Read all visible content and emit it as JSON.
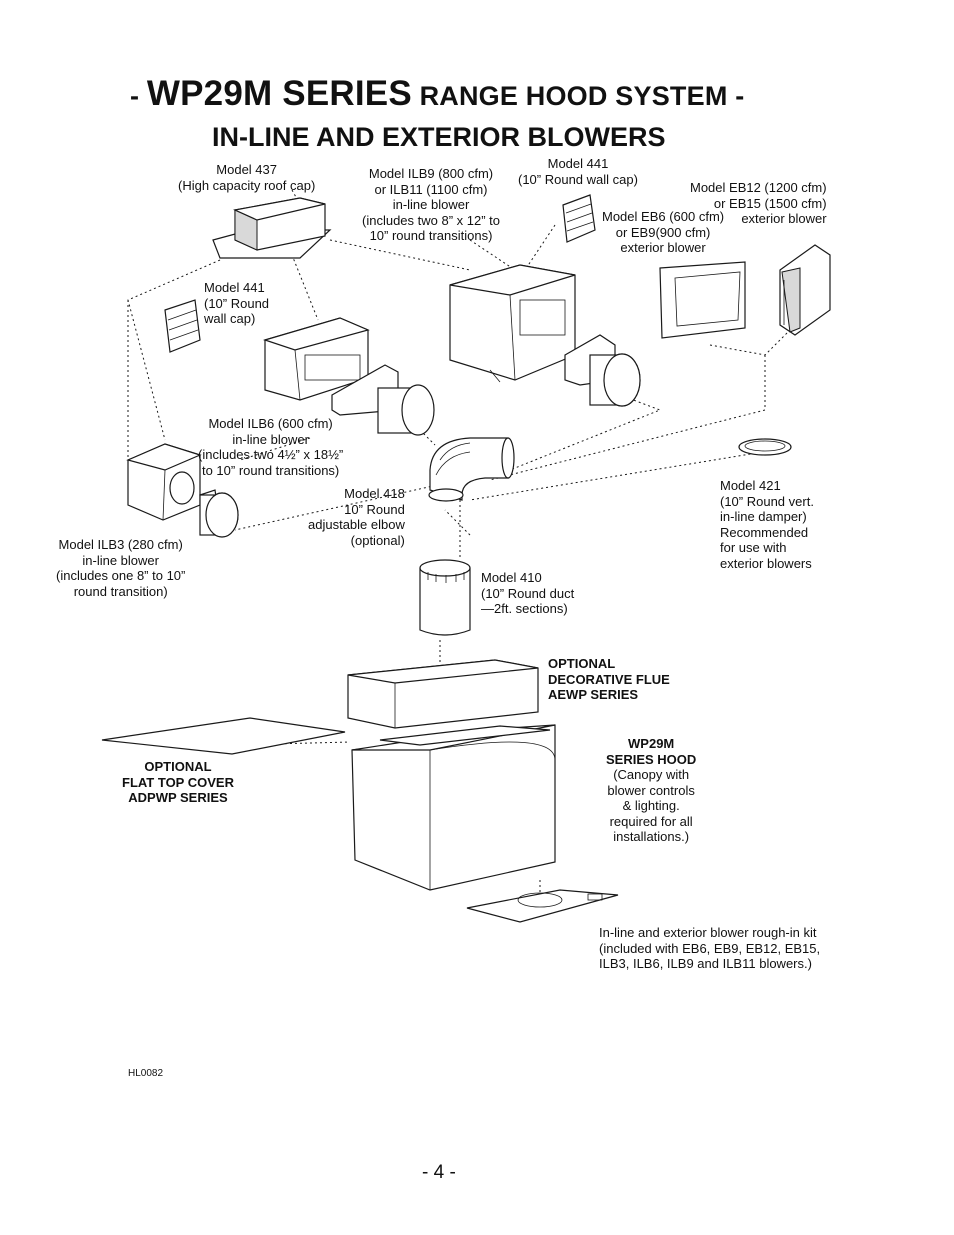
{
  "title": {
    "dash_left": "- ",
    "series": "WP29M SERIES",
    "rest": " RANGE HOOD SYSTEM -",
    "line2": "IN-LINE AND EXTERIOR BLOWERS"
  },
  "labels": {
    "m437": [
      "Model 437",
      "(High capacity roof cap)"
    ],
    "ilb9": [
      "Model ILB9 (800 cfm)",
      "or ILB11 (1100 cfm)",
      "in-line blower",
      "(includes two 8” x 12” to",
      "10” round transitions)"
    ],
    "m441_top": [
      "Model 441",
      "(10” Round wall cap)"
    ],
    "eb6": [
      "Model EB6 (600 cfm)",
      "or EB9(900 cfm)",
      "exterior blower"
    ],
    "eb12": [
      "Model EB12 (1200 cfm)",
      "or EB15 (1500 cfm)",
      "exterior blower"
    ],
    "m441_left": [
      "Model 441",
      "(10” Round",
      "wall cap)"
    ],
    "ilb6": [
      "Model ILB6 (600 cfm)",
      "in-line blower",
      "(includes two 4½” x 18½”",
      "to 10” round transitions)"
    ],
    "m418": [
      "Model 418",
      "10” Round",
      "adjustable elbow",
      "(optional)"
    ],
    "m421": [
      "Model 421",
      "(10” Round vert.",
      "in-line damper)",
      "Recommended",
      "for use with",
      "exterior blowers"
    ],
    "ilb3": [
      "Model ILB3 (280 cfm)",
      "in-line blower",
      "(includes one 8” to 10”",
      "round transition)"
    ],
    "m410": [
      "Model 410",
      "(10” Round duct",
      "—2ft. sections)"
    ],
    "flue": [
      "OPTIONAL",
      "DECORATIVE FLUE",
      "AEWP SERIES"
    ],
    "flat_top": [
      "OPTIONAL",
      "FLAT TOP COVER",
      "ADPWP SERIES"
    ],
    "hood": [
      "WP29M",
      "SERIES HOOD",
      "(Canopy with",
      "blower controls",
      "& lighting.",
      "required for all",
      "installations.)"
    ],
    "kit": [
      "In-line and exterior blower rough-in kit",
      "(included with EB6, EB9, EB12, EB15,",
      "ILB3, ILB6, ILB9 and ILB11 blowers.)"
    ]
  },
  "drawing_code": "HL0082",
  "page_number": "- 4 -"
}
